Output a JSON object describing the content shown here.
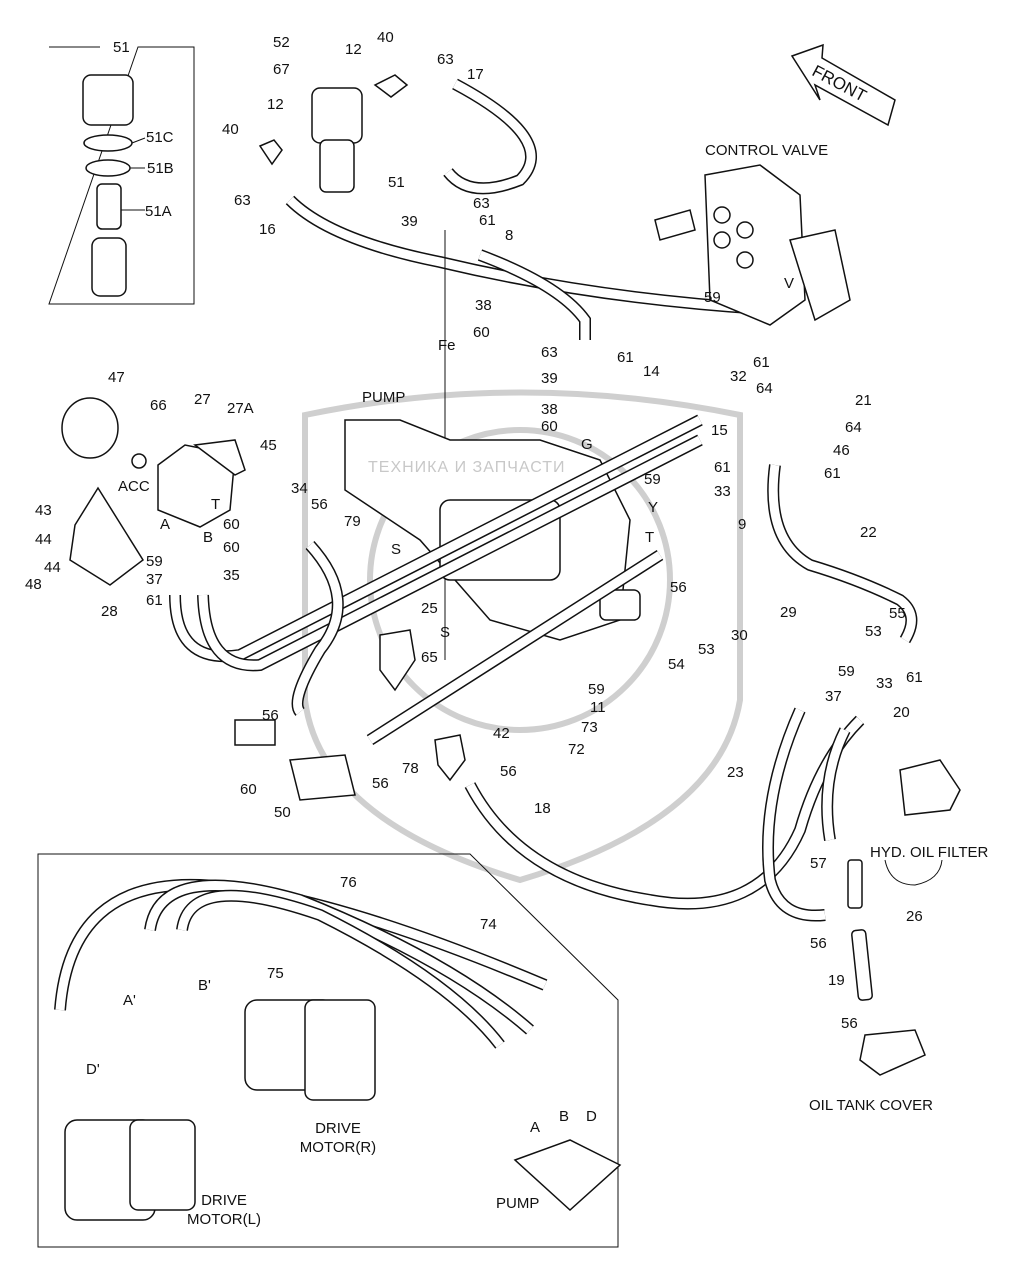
{
  "diagram": {
    "title_labels": {
      "front": "FRONT",
      "control_valve": "CONTROL VALVE",
      "pump_top": "PUMP",
      "acc": "ACC",
      "hyd_oil_filter": "HYD. OIL FILTER",
      "oil_tank_cover": "OIL TANK COVER",
      "drive_motor_r_1": "DRIVE",
      "drive_motor_r_2": "MOTOR(R)",
      "drive_motor_l_1": "DRIVE",
      "drive_motor_l_2": "MOTOR(L)",
      "pump_bottom": "PUMP",
      "watermark": "ТЕХНИКА И ЗАПЧАСТИ"
    },
    "inset_filter": {
      "title": "51",
      "parts": [
        "51C",
        "51B",
        "51A"
      ]
    },
    "port_letters": {
      "fe": "Fe",
      "g": "G",
      "v": "V",
      "y": "Y",
      "t1": "T",
      "t2": "T",
      "s1": "S",
      "s2": "S",
      "a": "A",
      "b": "B",
      "a_prime": "A'",
      "b_prime": "B'",
      "d_prime": "D'",
      "pump_a": "A",
      "pump_b": "B",
      "pump_d": "D"
    },
    "part_numbers": [
      {
        "id": "p52",
        "text": "52"
      },
      {
        "id": "p67",
        "text": "67"
      },
      {
        "id": "p12a",
        "text": "12"
      },
      {
        "id": "p40a",
        "text": "40"
      },
      {
        "id": "p63a",
        "text": "63"
      },
      {
        "id": "p17",
        "text": "17"
      },
      {
        "id": "p12b",
        "text": "12"
      },
      {
        "id": "p40b",
        "text": "40"
      },
      {
        "id": "p51",
        "text": "51"
      },
      {
        "id": "p63b",
        "text": "63"
      },
      {
        "id": "p16",
        "text": "16"
      },
      {
        "id": "p63c",
        "text": "63"
      },
      {
        "id": "p39a",
        "text": "39"
      },
      {
        "id": "p61a",
        "text": "61"
      },
      {
        "id": "p8",
        "text": "8"
      },
      {
        "id": "p38a",
        "text": "38"
      },
      {
        "id": "p60a",
        "text": "60"
      },
      {
        "id": "p59a",
        "text": "59"
      },
      {
        "id": "p32",
        "text": "32"
      },
      {
        "id": "p61b",
        "text": "61"
      },
      {
        "id": "p63d",
        "text": "63"
      },
      {
        "id": "p61c",
        "text": "61"
      },
      {
        "id": "p14",
        "text": "14"
      },
      {
        "id": "p39b",
        "text": "39"
      },
      {
        "id": "p38b",
        "text": "38"
      },
      {
        "id": "p60b",
        "text": "60"
      },
      {
        "id": "p21",
        "text": "21"
      },
      {
        "id": "p64a",
        "text": "64"
      },
      {
        "id": "p64b",
        "text": "64"
      },
      {
        "id": "p46",
        "text": "46"
      },
      {
        "id": "p61d",
        "text": "61"
      },
      {
        "id": "p15",
        "text": "15"
      },
      {
        "id": "p61e",
        "text": "61"
      },
      {
        "id": "p59b",
        "text": "59"
      },
      {
        "id": "p33a",
        "text": "33"
      },
      {
        "id": "p9",
        "text": "9"
      },
      {
        "id": "p56a",
        "text": "56"
      },
      {
        "id": "p22",
        "text": "22"
      },
      {
        "id": "p47",
        "text": "47"
      },
      {
        "id": "p66",
        "text": "66"
      },
      {
        "id": "p27",
        "text": "27"
      },
      {
        "id": "p27a",
        "text": "27A"
      },
      {
        "id": "p45",
        "text": "45"
      },
      {
        "id": "p34",
        "text": "34"
      },
      {
        "id": "p56b",
        "text": "56"
      },
      {
        "id": "p79",
        "text": "79"
      },
      {
        "id": "p43",
        "text": "43"
      },
      {
        "id": "p44a",
        "text": "44"
      },
      {
        "id": "p60c",
        "text": "60"
      },
      {
        "id": "p60d",
        "text": "60"
      },
      {
        "id": "p59c",
        "text": "59"
      },
      {
        "id": "p37a",
        "text": "37"
      },
      {
        "id": "p61f",
        "text": "61"
      },
      {
        "id": "p35",
        "text": "35"
      },
      {
        "id": "p44b",
        "text": "44"
      },
      {
        "id": "p48",
        "text": "48"
      },
      {
        "id": "p28",
        "text": "28"
      },
      {
        "id": "p25",
        "text": "25"
      },
      {
        "id": "p65",
        "text": "65"
      },
      {
        "id": "p29",
        "text": "29"
      },
      {
        "id": "p55",
        "text": "55"
      },
      {
        "id": "p53a",
        "text": "53"
      },
      {
        "id": "p30",
        "text": "30"
      },
      {
        "id": "p53b",
        "text": "53"
      },
      {
        "id": "p59d",
        "text": "59"
      },
      {
        "id": "p33b",
        "text": "33"
      },
      {
        "id": "p61g",
        "text": "61"
      },
      {
        "id": "p54",
        "text": "54"
      },
      {
        "id": "p37b",
        "text": "37"
      },
      {
        "id": "p59e",
        "text": "59"
      },
      {
        "id": "p11",
        "text": "11"
      },
      {
        "id": "p73",
        "text": "73"
      },
      {
        "id": "p72",
        "text": "72"
      },
      {
        "id": "p42",
        "text": "42"
      },
      {
        "id": "p20",
        "text": "20"
      },
      {
        "id": "p56c",
        "text": "56"
      },
      {
        "id": "p60e",
        "text": "60"
      },
      {
        "id": "p56d",
        "text": "56"
      },
      {
        "id": "p78",
        "text": "78"
      },
      {
        "id": "p56e",
        "text": "56"
      },
      {
        "id": "p18",
        "text": "18"
      },
      {
        "id": "p50",
        "text": "50"
      },
      {
        "id": "p23",
        "text": "23"
      },
      {
        "id": "p57",
        "text": "57"
      },
      {
        "id": "p26",
        "text": "26"
      },
      {
        "id": "p56f",
        "text": "56"
      },
      {
        "id": "p19",
        "text": "19"
      },
      {
        "id": "p56g",
        "text": "56"
      },
      {
        "id": "p76",
        "text": "76"
      },
      {
        "id": "p74",
        "text": "74"
      },
      {
        "id": "p75",
        "text": "75"
      }
    ]
  }
}
